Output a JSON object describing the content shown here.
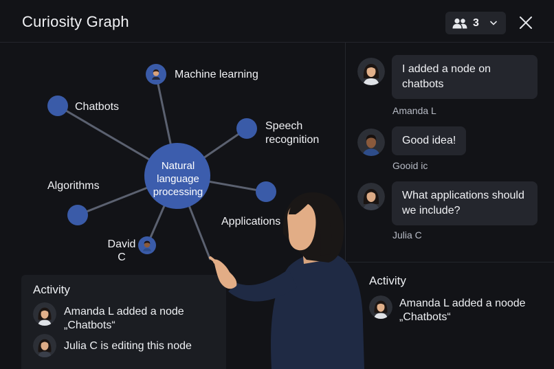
{
  "app": {
    "title": "Curiosity Graph"
  },
  "header": {
    "participants_count": "3",
    "participants_icon": "people-icon",
    "dropdown_icon": "chevron-down-icon",
    "close_icon": "close-icon"
  },
  "graph": {
    "center_node": "Natural language processing",
    "nodes": [
      {
        "label": "Machine learning"
      },
      {
        "label": "Chatbots"
      },
      {
        "label": "Speech recognition"
      },
      {
        "label": "Algorithms"
      },
      {
        "label": "Applications"
      },
      {
        "label": "David C"
      }
    ],
    "node_color": "#3a5ba8",
    "edge_color": "#5b6170"
  },
  "chat": {
    "messages": [
      {
        "text": "I added a node on chatbots",
        "sender": "Amanda L"
      },
      {
        "text": "Good idea!",
        "sender": "Gooid ic"
      },
      {
        "text": "What applications should we include?",
        "sender": "Julia C"
      }
    ]
  },
  "activity_left": {
    "title": "Activity",
    "items": [
      {
        "text": "Amanda L added a node „Chatbots“"
      },
      {
        "text": "Julia C is editing this node"
      }
    ]
  },
  "activity_right": {
    "title": "Activity",
    "items": [
      {
        "text": "Amanda L added a noode „Chatbots“"
      }
    ]
  }
}
